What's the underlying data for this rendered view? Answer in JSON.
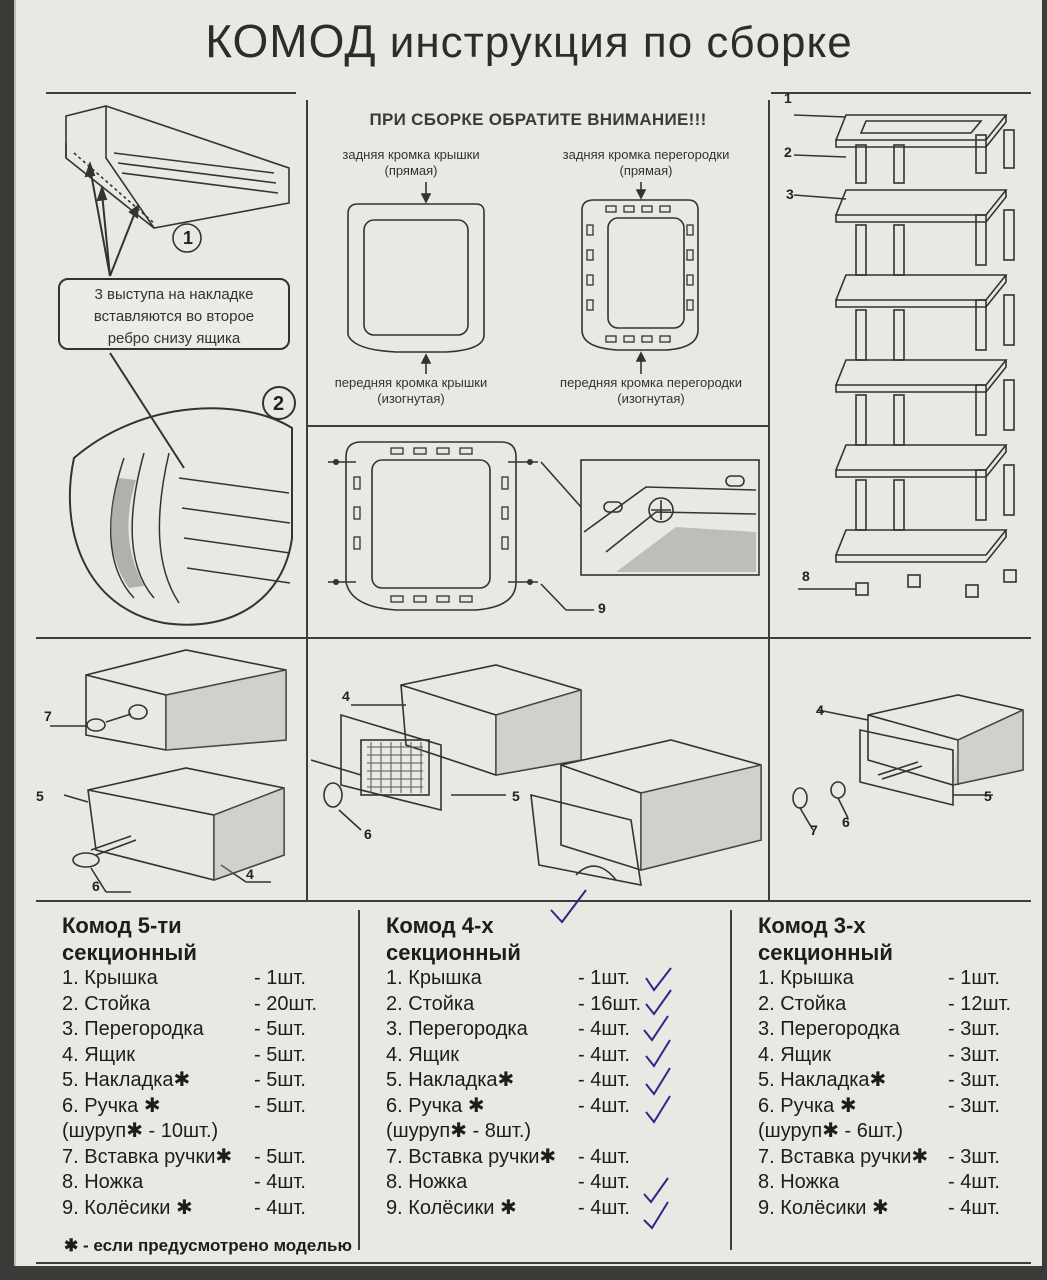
{
  "title": {
    "brand": "КОМОД",
    "subtitle": "инструкция по сборке"
  },
  "panel1": {
    "step1": "1",
    "step2": "2",
    "note": [
      "3 выступа на накладке",
      "вставляются во второе",
      "ребро снизу ящика"
    ]
  },
  "panel2": {
    "attention": "ПРИ СБОРКЕ ОБРАТИТЕ ВНИМАНИЕ!!!",
    "lid_back": [
      "задняя кромка крышки",
      "(прямая)"
    ],
    "part_back": [
      "задняя кромка перегородки",
      "(прямая)"
    ],
    "lid_front": [
      "передняя кромка крышки",
      "(изогнутая)"
    ],
    "part_front": [
      "передняя кромка перегородки",
      "(изогнутая)"
    ]
  },
  "labels": {
    "n1": "1",
    "n2": "2",
    "n3": "3",
    "n4": "4",
    "n5": "5",
    "n6": "6",
    "n7": "7",
    "n8": "8",
    "n9": "9"
  },
  "lists": [
    {
      "heading": [
        "Комод 5-ти",
        "секционный"
      ],
      "items": [
        {
          "name": "1. Крышка",
          "qty": "- 1шт."
        },
        {
          "name": "2. Стойка",
          "qty": "- 20шт."
        },
        {
          "name": "3. Перегородка",
          "qty": "- 5шт."
        },
        {
          "name": "4. Ящик",
          "qty": "- 5шт."
        },
        {
          "name": "5. Накладка✱",
          "qty": "- 5шт."
        },
        {
          "name": "6. Ручка ✱",
          "qty": "- 5шт."
        },
        {
          "name": "(шуруп✱ - 10шт.)",
          "qty": ""
        },
        {
          "name": "7. Вставка ручки✱",
          "qty": "- 5шт."
        },
        {
          "name": "8. Ножка",
          "qty": "- 4шт."
        },
        {
          "name": "9. Колёсики ✱",
          "qty": "- 4шт."
        }
      ]
    },
    {
      "heading": [
        "Комод 4-х",
        "секционный"
      ],
      "items": [
        {
          "name": "1. Крышка",
          "qty": "- 1шт."
        },
        {
          "name": "2. Стойка",
          "qty": "- 16шт."
        },
        {
          "name": "3. Перегородка",
          "qty": "- 4шт."
        },
        {
          "name": "4. Ящик",
          "qty": "- 4шт."
        },
        {
          "name": "5. Накладка✱",
          "qty": "- 4шт."
        },
        {
          "name": "6. Ручка ✱",
          "qty": "- 4шт."
        },
        {
          "name": "(шуруп✱ - 8шт.)",
          "qty": ""
        },
        {
          "name": "7. Вставка ручки✱",
          "qty": "- 4шт."
        },
        {
          "name": "8. Ножка",
          "qty": "- 4шт."
        },
        {
          "name": "9. Колёсики ✱",
          "qty": "- 4шт."
        }
      ]
    },
    {
      "heading": [
        "Комод 3-х",
        "секционный"
      ],
      "items": [
        {
          "name": "1. Крышка",
          "qty": "- 1шт."
        },
        {
          "name": "2. Стойка",
          "qty": "- 12шт."
        },
        {
          "name": "3. Перегородка",
          "qty": "- 3шт."
        },
        {
          "name": "4. Ящик",
          "qty": "- 3шт."
        },
        {
          "name": "5. Накладка✱",
          "qty": "- 3шт."
        },
        {
          "name": "6. Ручка ✱",
          "qty": "- 3шт."
        },
        {
          "name": "(шуруп✱ - 6шт.)",
          "qty": ""
        },
        {
          "name": "7. Вставка ручки✱",
          "qty": "- 3шт."
        },
        {
          "name": "8. Ножка",
          "qty": "- 4шт."
        },
        {
          "name": "9. Колёсики ✱",
          "qty": "- 4шт."
        }
      ]
    }
  ],
  "footnote": "✱ - если предусмотрено моделью",
  "colors": {
    "paper": "#e9e8e3",
    "ink": "#1d1d1d",
    "pen": "#2a2a8a"
  }
}
